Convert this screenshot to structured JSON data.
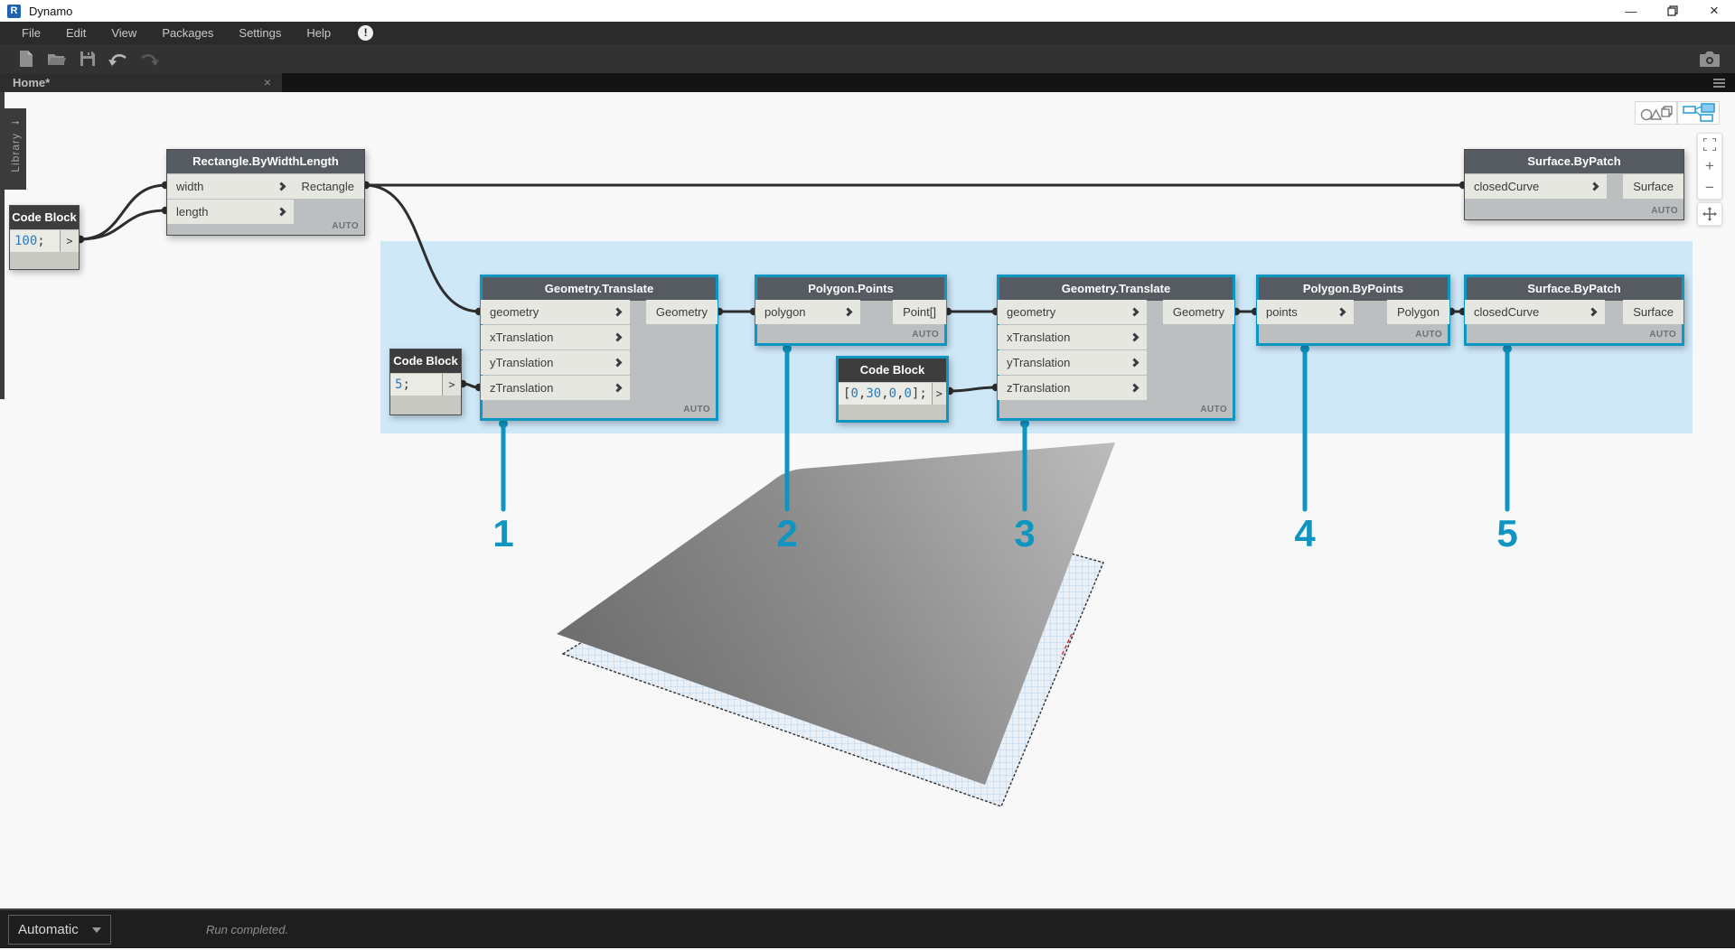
{
  "window": {
    "title": "Dynamo",
    "logo_letter": "R",
    "controls": {
      "minimize": "—",
      "close": "×"
    }
  },
  "menu": {
    "items": [
      "File",
      "Edit",
      "View",
      "Packages",
      "Settings",
      "Help"
    ],
    "notification_glyph": "!"
  },
  "toolbar": {
    "icons": [
      "new-file",
      "open-file",
      "save",
      "undo",
      "redo"
    ],
    "right_icon": "camera"
  },
  "tabs": {
    "active_label": "Home*",
    "close_glyph": "×"
  },
  "library": {
    "label": "Library",
    "arrow_glyph": "→"
  },
  "canvas": {
    "port_glyph": ">",
    "nodes": [
      {
        "id": "code-block-1",
        "type": "code",
        "title": "Code Block",
        "code": "100;",
        "selected": false
      },
      {
        "id": "rectangle-bywidthlength",
        "type": "function",
        "title": "Rectangle.ByWidthLength",
        "inputs": [
          "width",
          "length"
        ],
        "outputs": [
          "Rectangle"
        ],
        "badge": "AUTO",
        "selected": false
      },
      {
        "id": "surface-bypatch-top",
        "type": "function",
        "title": "Surface.ByPatch",
        "inputs": [
          "closedCurve"
        ],
        "outputs": [
          "Surface"
        ],
        "badge": "AUTO",
        "selected": false
      },
      {
        "id": "geometry-translate-1",
        "type": "function",
        "title": "Geometry.Translate",
        "inputs": [
          "geometry",
          "xTranslation",
          "yTranslation",
          "zTranslation"
        ],
        "outputs": [
          "Geometry"
        ],
        "badge": "AUTO",
        "selected": true
      },
      {
        "id": "code-block-2",
        "type": "code",
        "title": "Code Block",
        "code": "5;",
        "selected": false
      },
      {
        "id": "polygon-points",
        "type": "function",
        "title": "Polygon.Points",
        "inputs": [
          "polygon"
        ],
        "outputs": [
          "Point[]"
        ],
        "badge": "AUTO",
        "selected": true
      },
      {
        "id": "code-block-3",
        "type": "code",
        "title": "Code Block",
        "code": "[0,30,0,0];",
        "selected": true
      },
      {
        "id": "geometry-translate-2",
        "type": "function",
        "title": "Geometry.Translate",
        "inputs": [
          "geometry",
          "xTranslation",
          "yTranslation",
          "zTranslation"
        ],
        "outputs": [
          "Geometry"
        ],
        "badge": "AUTO",
        "selected": true
      },
      {
        "id": "polygon-bypoints",
        "type": "function",
        "title": "Polygon.ByPoints",
        "inputs": [
          "points"
        ],
        "outputs": [
          "Polygon"
        ],
        "badge": "AUTO",
        "selected": true
      },
      {
        "id": "surface-bypatch-bottom",
        "type": "function",
        "title": "Surface.ByPatch",
        "inputs": [
          "closedCurve"
        ],
        "outputs": [
          "Surface"
        ],
        "badge": "AUTO",
        "selected": true
      }
    ],
    "callouts": [
      {
        "label": "1"
      },
      {
        "label": "2"
      },
      {
        "label": "3"
      },
      {
        "label": "4"
      },
      {
        "label": "5"
      }
    ],
    "accent_color": "#0e95c1",
    "group_color": "#cfe8f8"
  },
  "nav_controls": {
    "zoom_in": "+",
    "zoom_out": "−"
  },
  "statusbar": {
    "run_mode": "Automatic",
    "status": "Run completed."
  }
}
